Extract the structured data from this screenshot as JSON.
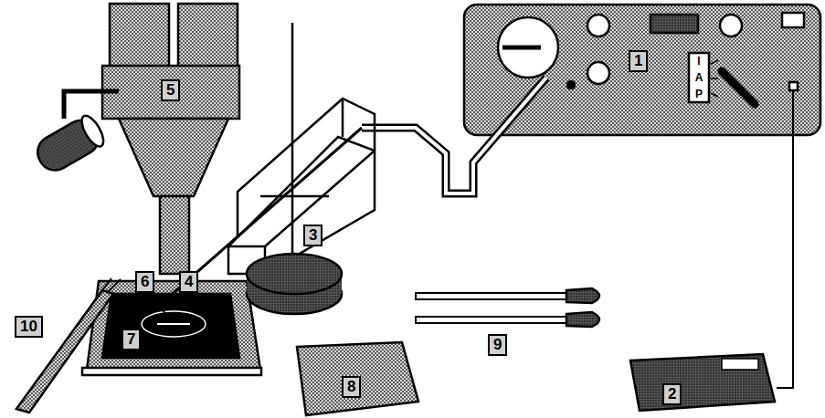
{
  "diagram": {
    "labels": [
      "1",
      "2",
      "3",
      "4",
      "5",
      "6",
      "7",
      "8",
      "9",
      "10",
      "I",
      "A",
      "P"
    ]
  }
}
